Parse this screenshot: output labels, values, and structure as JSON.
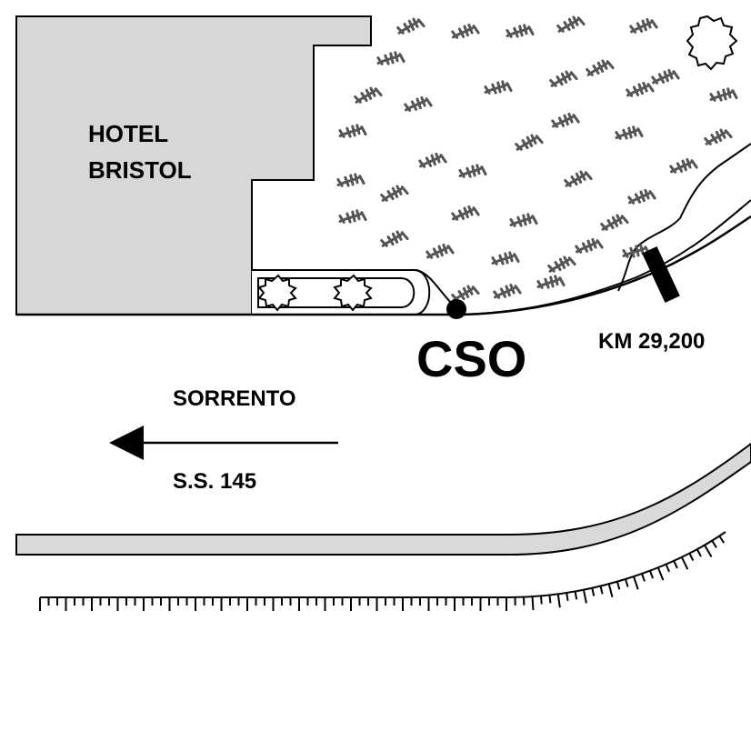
{
  "map": {
    "labels": {
      "hotel_line1": "HOTEL",
      "hotel_line2": "BRISTOL",
      "station": "CSO",
      "kilometer": "KM 29,200",
      "direction": "SORRENTO",
      "road": "S.S. 145"
    },
    "colors": {
      "building": "#d7d7d7",
      "ink": "#000000",
      "paper": "#ffffff",
      "sidewalk": "#d9d9d9",
      "vegetation": "#555555"
    },
    "icons": [
      "building",
      "planter-bed",
      "shrub-icon",
      "tree-icon",
      "station-marker",
      "kilometer-marker",
      "direction-arrow",
      "slope-hatching",
      "grass-tuft-icon"
    ]
  }
}
